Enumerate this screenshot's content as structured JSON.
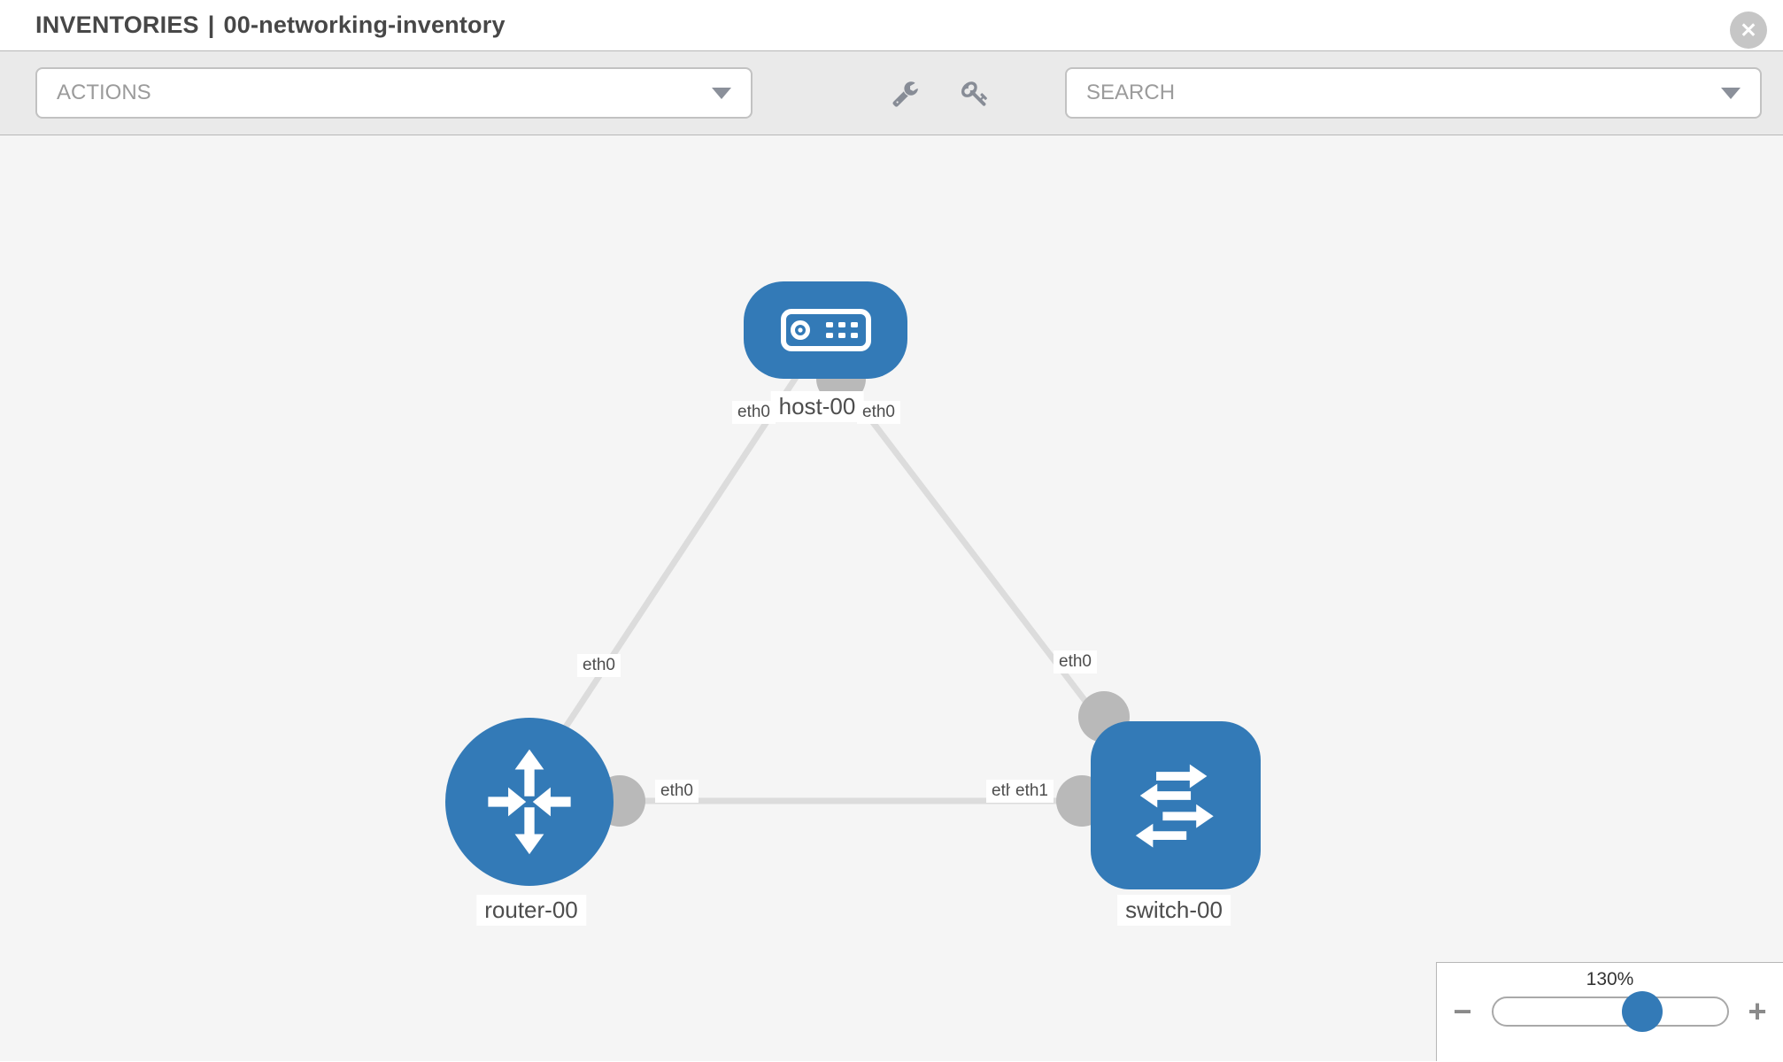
{
  "header": {
    "section": "INVENTORIES",
    "separator": "|",
    "inventory_name": "00-networking-inventory",
    "close_glyph": "✕"
  },
  "toolbar": {
    "actions_label": "ACTIONS",
    "search_label": "SEARCH",
    "icons": [
      "wrench-icon",
      "key-icon"
    ]
  },
  "topology": {
    "nodes": [
      {
        "id": "host-00",
        "type": "host",
        "label": "host-00"
      },
      {
        "id": "router-00",
        "type": "router",
        "label": "router-00"
      },
      {
        "id": "switch-00",
        "type": "switch",
        "label": "switch-00"
      }
    ],
    "links": [
      {
        "from": "host-00",
        "to": "router-00",
        "from_interface": "eth0",
        "to_interface": "eth0"
      },
      {
        "from": "host-00",
        "to": "switch-00",
        "from_interface": "eth0",
        "to_interface": "eth0"
      },
      {
        "from": "router-00",
        "to": "switch-00",
        "from_interface": "eth0",
        "to_interface": "eth1",
        "overlapped_interface": "eth1"
      }
    ]
  },
  "zoom_control": {
    "level": "130%",
    "minus_glyph": "−",
    "plus_glyph": "+"
  },
  "colors": {
    "node_blue": "#337ab7",
    "edge_gray": "#dcdcdc",
    "connector_gray": "#b9b9b9",
    "toolbar_bg": "#eaeaea",
    "canvas_bg": "#f5f5f5"
  }
}
